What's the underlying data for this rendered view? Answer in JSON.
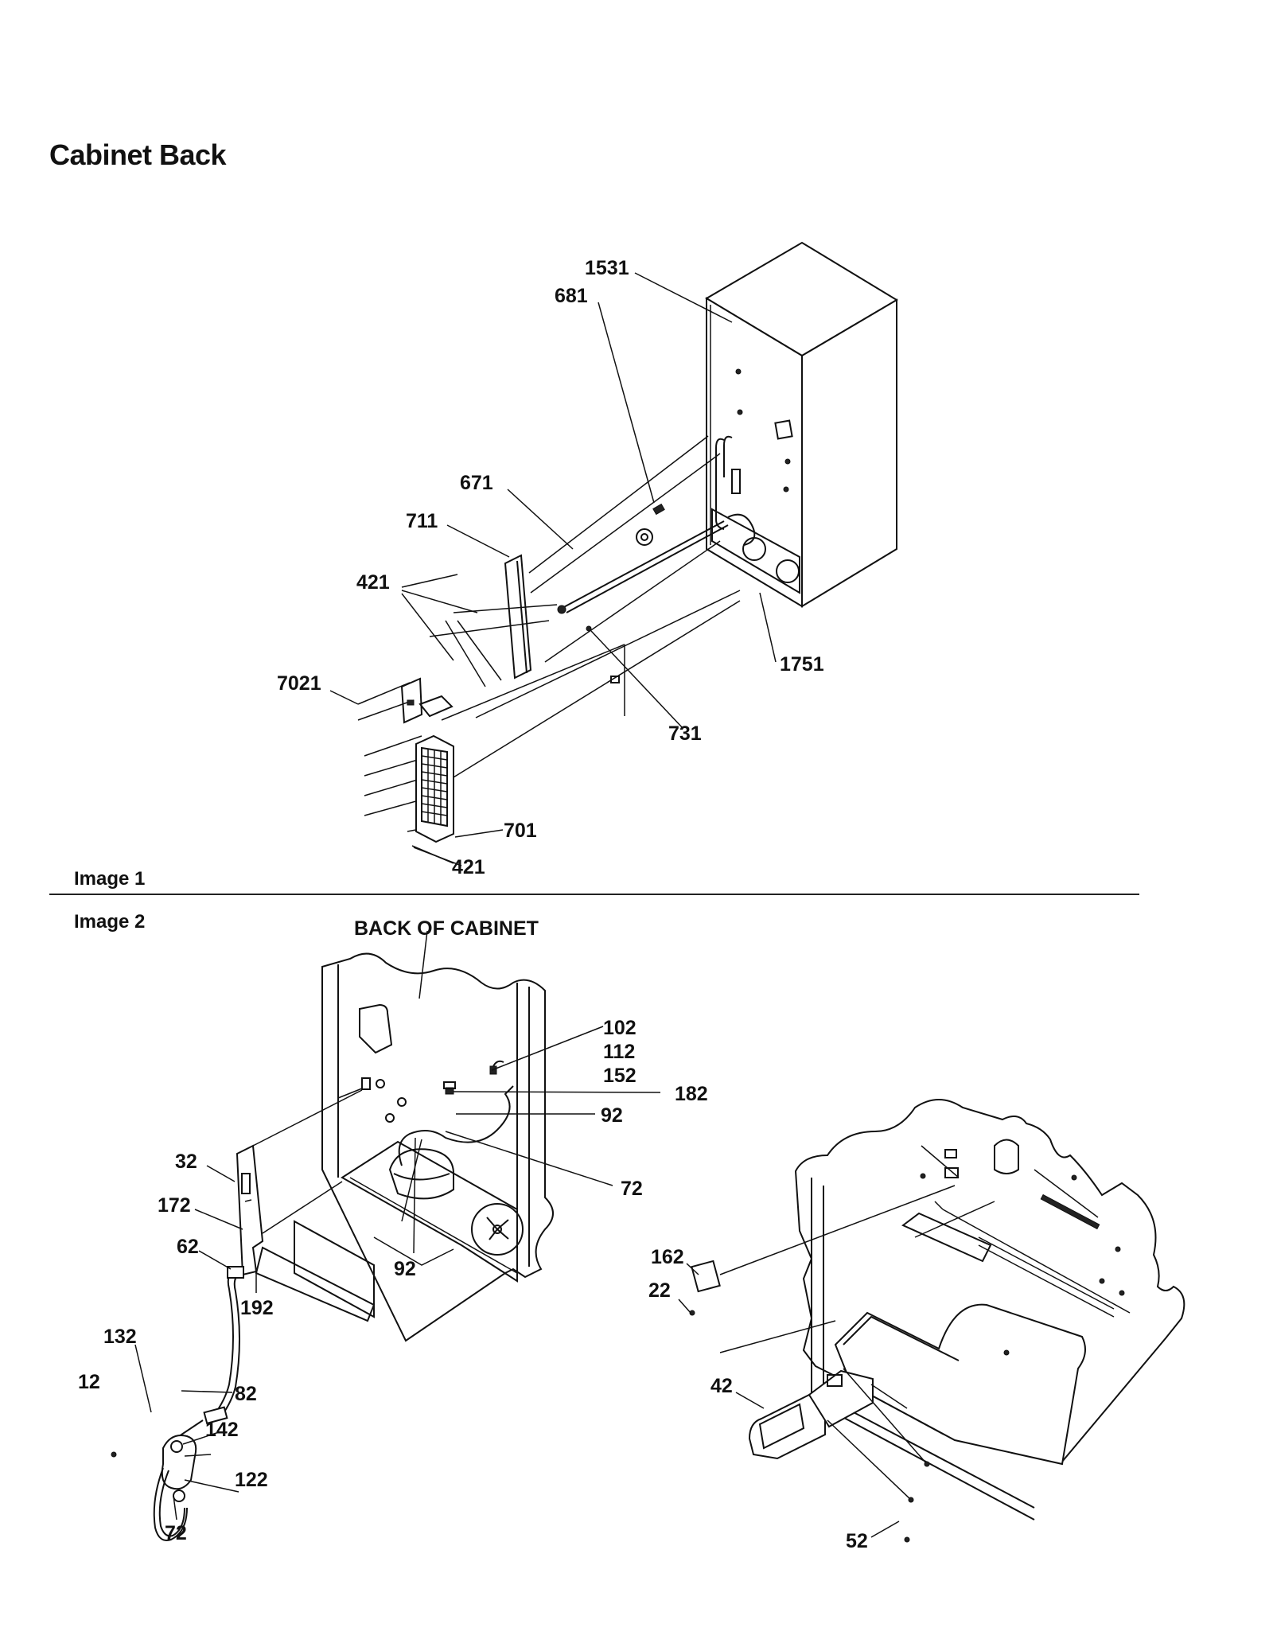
{
  "title": "Cabinet Back",
  "labels": {
    "image1": "Image 1",
    "image2": "Image 2",
    "back_of_cabinet": "BACK OF CABINET"
  },
  "image1_callouts": {
    "c1531": "1531",
    "c681": "681",
    "c671": "671",
    "c711": "711",
    "c421_top": "421",
    "c7021": "7021",
    "c1751": "1751",
    "c731": "731",
    "c701": "701",
    "c421_bottom": "421"
  },
  "image2_callouts": {
    "c102": "102",
    "c112": "112",
    "c152": "152",
    "c182": "182",
    "c92_right": "92",
    "c72_right": "72",
    "c32": "32",
    "c172": "172",
    "c62": "62",
    "c192": "192",
    "c92_bottom": "92",
    "c132": "132",
    "c12": "12",
    "c82": "82",
    "c142": "142",
    "c122": "122",
    "c72_bottom": "72",
    "c162": "162",
    "c22": "22",
    "c42": "42",
    "c52": "52"
  }
}
